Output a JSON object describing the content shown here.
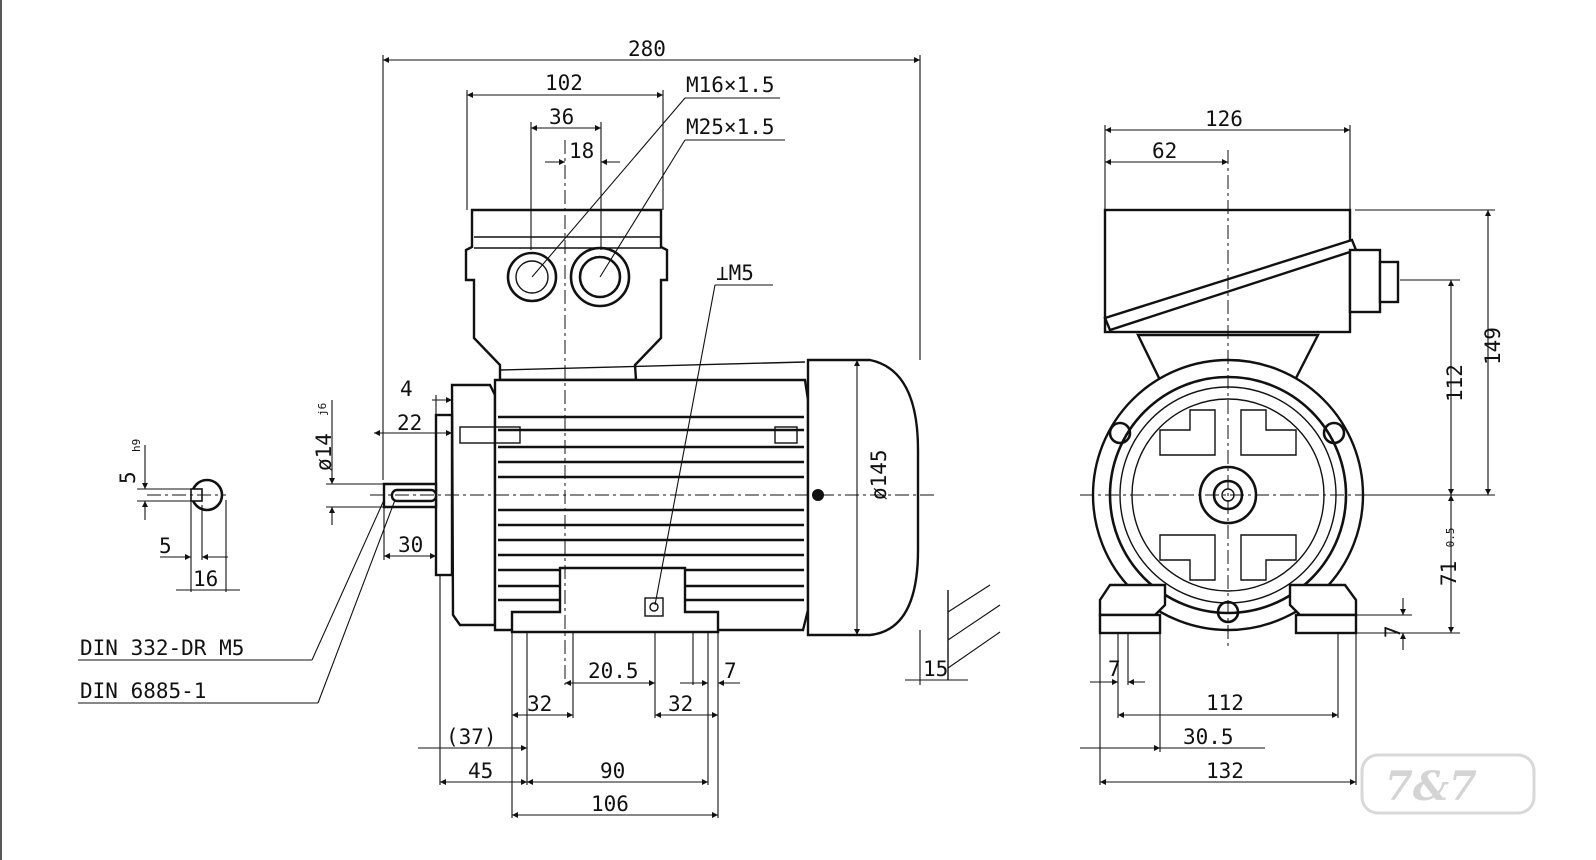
{
  "drawing": {
    "title": "Electric motor dimensional drawing",
    "dims": {
      "overall_length": "280",
      "terminal_box_width": "102",
      "gland_pitch": "36",
      "gland_offset": "18",
      "cable_gland_1": "M16×1.5",
      "cable_gland_2": "M25×1.5",
      "earth_thread": "⊥M5",
      "flange_4": "4",
      "shaft_length_22": "22",
      "shaft_dia": "ø14",
      "shaft_dia_tol": "j6",
      "shaft_30": "30",
      "key_width": "5",
      "key_tol": "h9",
      "key_5": "5",
      "key_16": "16",
      "centre_hole": "DIN 332-DR M5",
      "key_std": "DIN 6885-1",
      "fan_cover_dia": "ø145",
      "foot_20_5": "20.5",
      "foot_7": "7",
      "foot_32a": "32",
      "foot_32b": "32",
      "dim_37": "(37)",
      "dim_45": "45",
      "dim_90": "90",
      "dim_106": "106",
      "dim_15": "15",
      "end_126": "126",
      "end_62": "62",
      "end_149": "149",
      "end_112_h": "112",
      "end_71": "71",
      "end_71_tol": "-0.5",
      "end_7_v": "7",
      "end_7_h": "7",
      "end_112": "112",
      "end_30_5": "30.5",
      "end_132": "132"
    },
    "watermark": "7&7"
  }
}
